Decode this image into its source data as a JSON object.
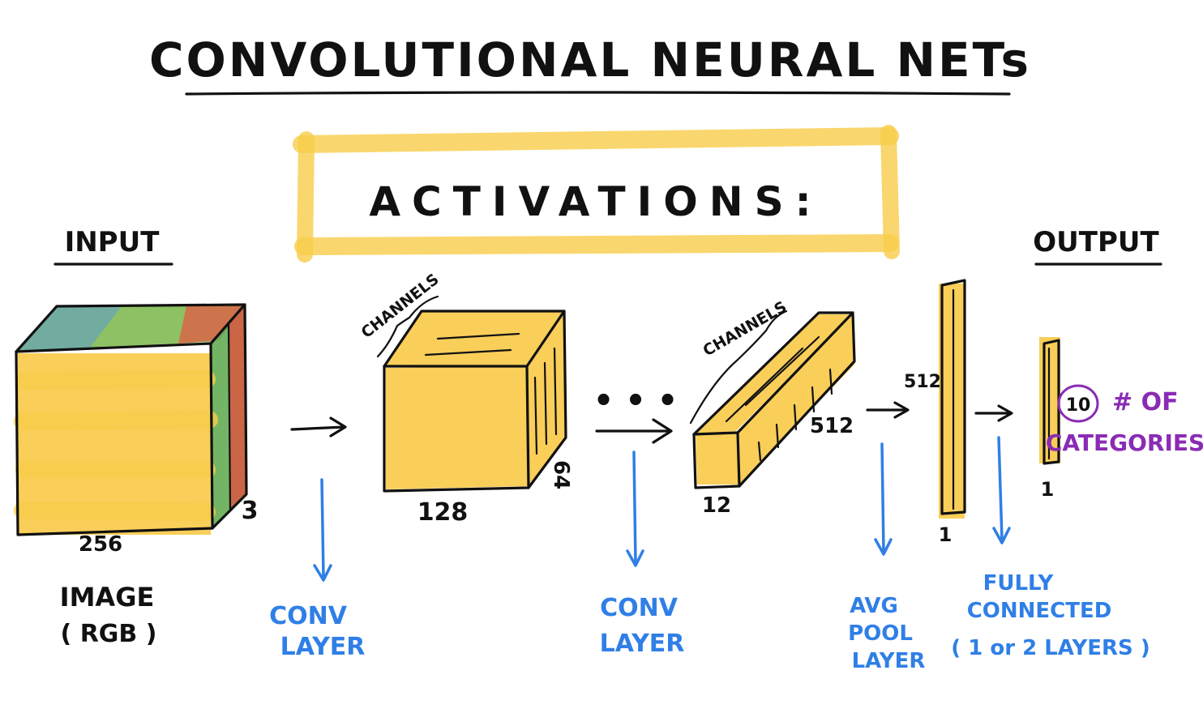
{
  "title": "CONVOLUTIONAL NEURAL NETs",
  "subtitle": "ACTIVATIONS:",
  "input": {
    "heading": "INPUT",
    "width_label": "256",
    "depth_label": "3",
    "caption_line1": "IMAGE",
    "caption_line2": "( RGB )"
  },
  "layer1": {
    "channels_label": "CHANNELS",
    "width_label": "128",
    "depth_label": "64"
  },
  "ellipsis": "• • •",
  "layer2": {
    "channels_label": "CHANNELS",
    "width_label": "12",
    "depth_label": "512"
  },
  "pooled": {
    "height_label": "512",
    "width_label": "1"
  },
  "output": {
    "heading": "OUTPUT",
    "width_label": "1",
    "count_value": "10",
    "count_text": "# OF",
    "count_text2": "CATEGORIES"
  },
  "annotations": {
    "conv1_line1": "CONV",
    "conv1_line2": "LAYER",
    "conv2_line1": "CONV",
    "conv2_line2": "LAYER",
    "pool_line1": "AVG",
    "pool_line2": "POOL",
    "pool_line3": "LAYER",
    "fc_line1": "FULLY",
    "fc_line2": "CONNECTED",
    "fc_line3": "( 1 or 2 LAYERS )"
  },
  "colors": {
    "highlight": "#f8c63c",
    "annotation_blue": "#2f7fe6",
    "accent_purple": "#8a2bb5",
    "ink": "#111111"
  }
}
